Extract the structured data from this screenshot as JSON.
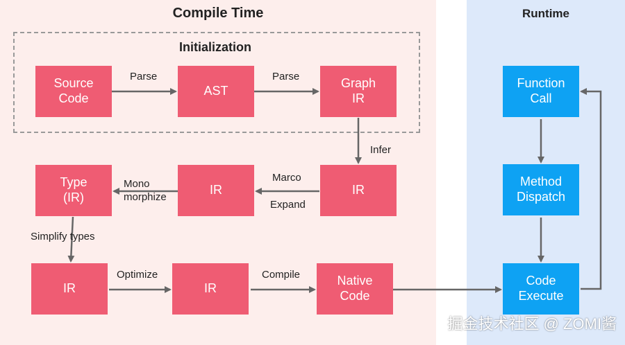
{
  "titles": {
    "compile": "Compile Time",
    "runtime": "Runtime",
    "init": "Initialization"
  },
  "nodes": {
    "source_code": "Source\nCode",
    "ast": "AST",
    "graph_ir": "Graph\nIR",
    "type_ir": "Type\n(IR)",
    "ir_mid": "IR",
    "ir_right": "IR",
    "ir_bottom_left": "IR",
    "ir_bottom_mid": "IR",
    "native_code": "Native\nCode",
    "function_call": "Function\nCall",
    "method_dispatch": "Method\nDispatch",
    "code_execute": "Code\nExecute"
  },
  "edge_labels": {
    "parse1": "Parse",
    "parse2": "Parse",
    "infer": "Infer",
    "marco": "Marco",
    "expand": "Expand",
    "mono": "Mono\nmorphize",
    "simplify": "Simplify types",
    "optimize": "Optimize",
    "compile": "Compile"
  },
  "colors": {
    "compile_bg": "#fdeeec",
    "runtime_bg": "#dde9fa",
    "node_red": "#ef5c73",
    "node_blue": "#0ea2f3",
    "arrow": "#666666"
  },
  "watermark": "掘金技术社区 @ ZOMI酱"
}
